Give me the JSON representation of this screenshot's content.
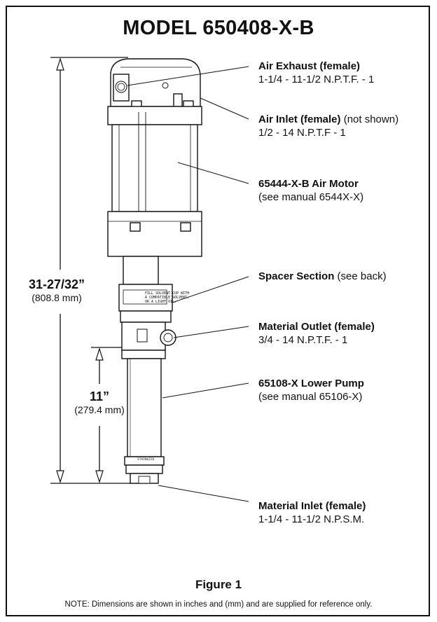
{
  "title": "MODEL 650408-X-B",
  "callouts": [
    {
      "bold": "Air Exhaust (female)",
      "extra": "",
      "line2": "1-1/4 - 11-1/2 N.P.T.F. - 1"
    },
    {
      "bold": "Air Inlet (female)",
      "extra": " (not shown)",
      "line2": "1/2 - 14 N.P.T.F - 1"
    },
    {
      "bold": "65444-X-B Air Motor",
      "extra": "",
      "line2": "(see manual 6544X-X)"
    },
    {
      "bold": "Spacer Section",
      "extra": " (see back)",
      "line2": ""
    },
    {
      "bold": "Material Outlet (female)",
      "extra": "",
      "line2": "3/4 - 14 N.P.T.F. - 1"
    },
    {
      "bold": "65108-X Lower Pump",
      "extra": "",
      "line2": "(see manual 65106-X)"
    },
    {
      "bold": "Material Inlet (female)",
      "extra": "",
      "line2": "1-1/4 - 11-1/2 N.P.S.M."
    }
  ],
  "dimensions": {
    "overall": {
      "imperial": "31-27/32”",
      "metric": "(808.8 mm)"
    },
    "lower": {
      "imperial": "11”",
      "metric": "(279.4 mm)"
    }
  },
  "figure_label": "Figure 1",
  "note": "NOTE: Dimensions are shown in inches and (mm) and are supplied for reference only.",
  "spacer_label_lines": [
    "FILL SOLVENT CUP WITH",
    "A COMPATIBLE SOLVENT,",
    "OR A LIGHT OIL."
  ],
  "stainless_label": "STAINLESS"
}
